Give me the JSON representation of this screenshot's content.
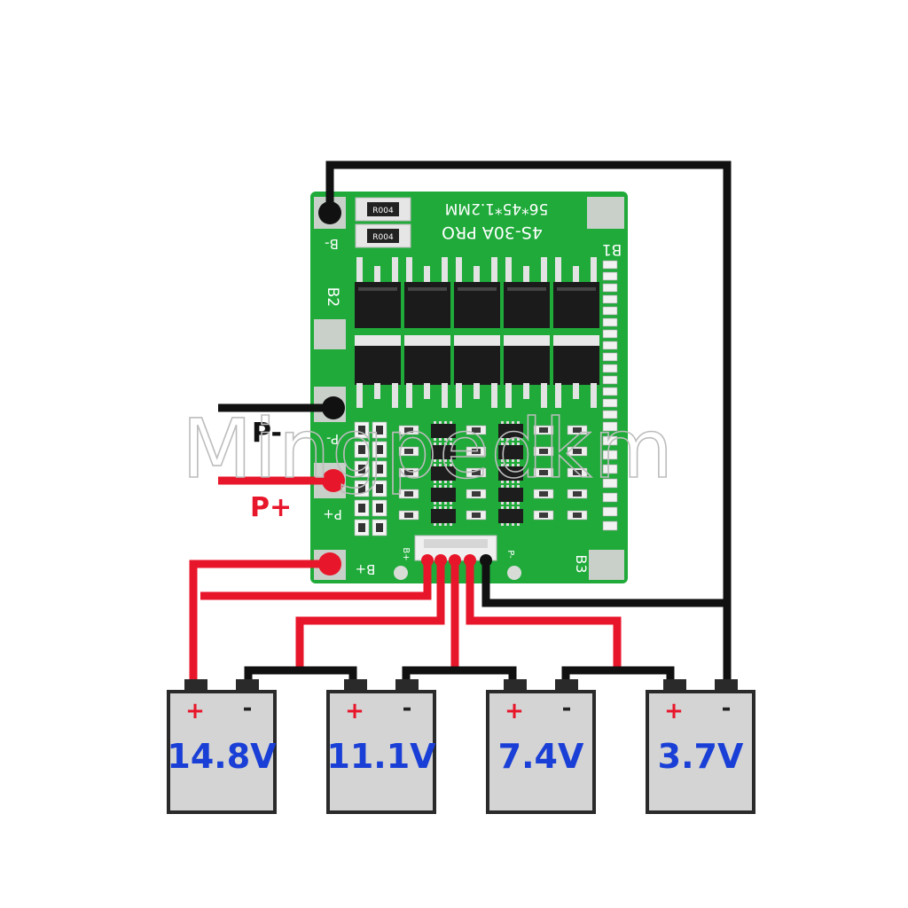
{
  "board": {
    "model": "4S-30A PRO",
    "size": "56*45*1.2MM",
    "resistor_code": "R004",
    "pad_labels": {
      "b_minus": "B-",
      "b1": "B1",
      "b2": "B2",
      "b3": "B3",
      "p_minus": "P-",
      "p_plus": "P+",
      "b_plus": "B+",
      "conn_b_plus": "B+",
      "conn_p": "P-"
    }
  },
  "terminals": {
    "p_minus": "P-",
    "p_plus": "P+"
  },
  "batteries": [
    {
      "voltage": "14.8V",
      "plus": "+",
      "minus": "-"
    },
    {
      "voltage": "11.1V",
      "plus": "+",
      "minus": "-"
    },
    {
      "voltage": "7.4V",
      "plus": "+",
      "minus": "-"
    },
    {
      "voltage": "3.7V",
      "plus": "+",
      "minus": "-"
    }
  ],
  "watermark": "Mingpedkm",
  "colors": {
    "pcb_green": "#1faa3a",
    "pcb_dark": "#158a2b",
    "wire_red": "#e8162a",
    "wire_black": "#111111",
    "battery_body": "#d4d4d4",
    "voltage_text": "#1a3fd6"
  }
}
